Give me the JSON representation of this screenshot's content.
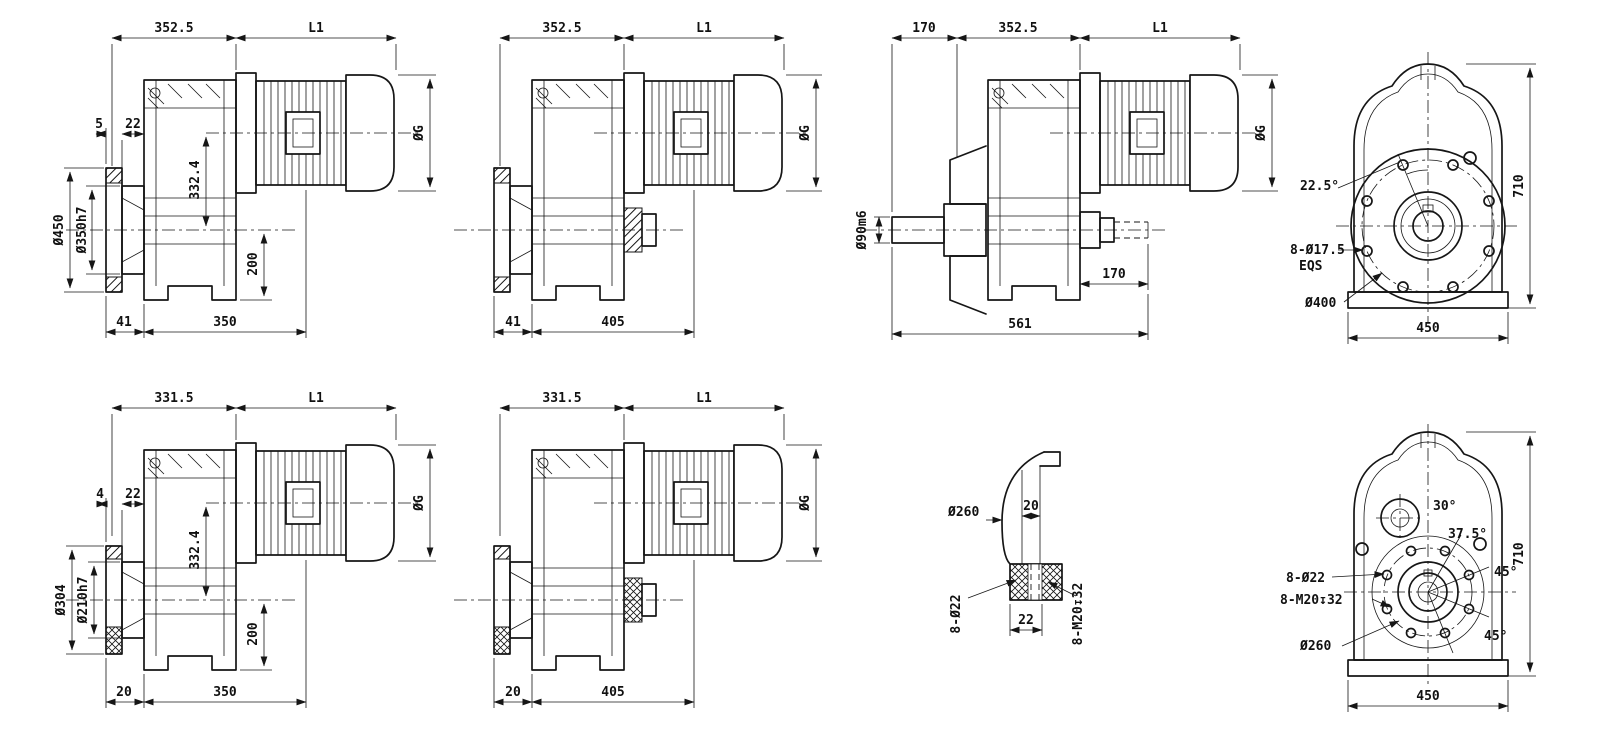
{
  "sheet": {
    "background": "#ffffff",
    "ink": "#161616"
  },
  "drawings": {
    "d1": {
      "dim_352_5": "352.5",
      "dim_L1": "L1",
      "dim_OG": "ØG",
      "dim_D450": "Ø450",
      "dim_D350h7": "Ø350h7",
      "dim_5": "5",
      "dim_22": "22",
      "dim_332_4": "332.4",
      "dim_200": "200",
      "dim_41": "41",
      "dim_350": "350"
    },
    "d2": {
      "dim_352_5": "352.5",
      "dim_L1": "L1",
      "dim_OG": "ØG",
      "dim_41": "41",
      "dim_405": "405"
    },
    "d3": {
      "dim_170_top": "170",
      "dim_352_5": "352.5",
      "dim_L1": "L1",
      "dim_OG": "ØG",
      "dim_D90m6": "Ø90m6",
      "dim_170_right": "170",
      "dim_561": "561"
    },
    "d4": {
      "dim_22_5deg": "22.5°",
      "dim_8_D17_5": "8-Ø17.5",
      "dim_eqs": "EQS",
      "dim_D400": "Ø400",
      "dim_710": "710",
      "dim_450": "450"
    },
    "d5": {
      "dim_331_5": "331.5",
      "dim_L1": "L1",
      "dim_OG": "ØG",
      "dim_D304": "Ø304",
      "dim_D210h7": "Ø210h7",
      "dim_4": "4",
      "dim_22": "22",
      "dim_332_4": "332.4",
      "dim_200": "200",
      "dim_20": "20",
      "dim_350": "350"
    },
    "d6": {
      "dim_331_5": "331.5",
      "dim_L1": "L1",
      "dim_OG": "ØG",
      "dim_20": "20",
      "dim_405": "405"
    },
    "d7": {
      "dim_D260": "Ø260",
      "dim_20": "20",
      "dim_8_D22": "8-Ø22",
      "dim_22": "22",
      "dim_8_M20": "8-M20↧32"
    },
    "d8": {
      "dim_30deg": "30°",
      "dim_37_5deg": "37.5°",
      "dim_45deg_a": "45°",
      "dim_45deg_b": "45°",
      "dim_8_D22": "8-Ø22",
      "dim_8_M20": "8-M20↧32",
      "dim_D260": "Ø260",
      "dim_710": "710",
      "dim_450": "450"
    }
  }
}
